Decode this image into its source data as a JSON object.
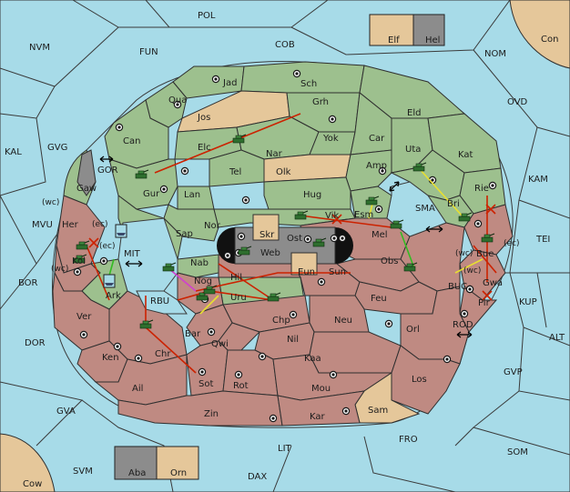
{
  "provinces": {
    "POL": "POL",
    "NVM": "NVM",
    "FUN": "FUN",
    "COB": "COB",
    "NOM": "NOM",
    "Con": "Con",
    "OVD": "OVD",
    "KAL": "KAL",
    "GVG": "GVG",
    "KAM": "KAM",
    "GOR": "GOR",
    "MVU": "MVU",
    "BOR": "BOR",
    "MIT": "MIT",
    "RBU": "RBU",
    "TEI": "TEI",
    "SMA": "SMA",
    "BUC": "BUC",
    "KUP": "KUP",
    "ALT": "ALT",
    "ROD": "ROD",
    "GVP": "GVP",
    "DOR": "DOR",
    "GVA": "GVA",
    "SVM": "SVM",
    "DAX": "DAX",
    "LIT": "LIT",
    "FRO": "FRO",
    "SOM": "SOM",
    "Cow": "Cow",
    "Jad": "Jad",
    "Sch": "Sch",
    "Qua": "Qua",
    "Jos": "Jos",
    "Grh": "Grh",
    "Eld": "Eld",
    "Can": "Can",
    "Elc": "Elc",
    "Yok": "Yok",
    "Car": "Car",
    "Nar": "Nar",
    "Uta": "Uta",
    "Kat": "Kat",
    "Tel": "Tel",
    "Olk": "Olk",
    "Amp": "Amp",
    "Gur": "Gur",
    "Lan": "Lan",
    "Hug": "Hug",
    "Gaw": "Gaw",
    "Rie": "Rie",
    "Bri": "Bri",
    "Esm": "Esm",
    "Vik": "Vik",
    "Nor": "Nor",
    "Skr": "Skr",
    "Ost": "Ost",
    "Mel": "Mel",
    "Sap": "Sap",
    "Web": "Web",
    "Her": "Her",
    "Kol": "Kol",
    "Ark": "Ark",
    "Nab": "Nab",
    "Eun": "Eun",
    "Sun": "Sun",
    "Obs": "Obs",
    "Bue": "Bue",
    "Gwa": "Gwa",
    "Pir": "Pir",
    "Nog": "Nog",
    "Hil": "Hil",
    "Uru": "Uru",
    "Feu": "Feu",
    "Ver": "Ver",
    "Chp": "Chp",
    "Neu": "Neu",
    "Orl": "Orl",
    "Bar": "Bar",
    "Qwi": "Qwi",
    "Nil": "Nil",
    "Chr": "Chr",
    "Ken": "Ken",
    "Kaa": "Kaa",
    "Ail": "Ail",
    "Sot": "Sot",
    "Rot": "Rot",
    "Mou": "Mou",
    "Los": "Los",
    "Sam": "Sam",
    "Zin": "Zin",
    "Kar": "Kar",
    "Elf": "Elf",
    "Hel": "Hel",
    "Aba": "Aba",
    "Orn": "Orn"
  },
  "coast_tags": {
    "wc1": "(wc)",
    "ec1": "(ec)",
    "ec2": "(ec)",
    "wc2": "(wc)",
    "wc3": "(wc)",
    "ec3": "(ec)",
    "wc4": "(wc)"
  },
  "colors": {
    "sea": "#a7dbe8",
    "green_power": "#9dc08e",
    "red_power": "#bf8a82",
    "neutral": "#e5c79a",
    "impassable": "#8c8c8c",
    "move_red": "#cc2200",
    "move_yellow": "#e8e030",
    "move_green": "#33bb22",
    "move_magenta": "#d040d0"
  },
  "units": [
    {
      "type": "army",
      "owner": "green"
    },
    {
      "type": "army",
      "owner": "green"
    },
    {
      "type": "army",
      "owner": "green"
    },
    {
      "type": "army",
      "owner": "green"
    },
    {
      "type": "army",
      "owner": "green"
    },
    {
      "type": "army",
      "owner": "green"
    },
    {
      "type": "army",
      "owner": "green"
    },
    {
      "type": "army",
      "owner": "green"
    },
    {
      "type": "army",
      "owner": "green"
    },
    {
      "type": "army",
      "owner": "green"
    },
    {
      "type": "army",
      "owner": "green"
    },
    {
      "type": "army",
      "owner": "green"
    },
    {
      "type": "army",
      "owner": "green"
    },
    {
      "type": "army",
      "owner": "green"
    },
    {
      "type": "army",
      "owner": "green"
    },
    {
      "type": "army",
      "owner": "green"
    },
    {
      "type": "army",
      "owner": "green"
    },
    {
      "type": "army",
      "owner": "green"
    },
    {
      "type": "fleet",
      "owner": "green"
    },
    {
      "type": "fleet",
      "owner": "green"
    }
  ]
}
